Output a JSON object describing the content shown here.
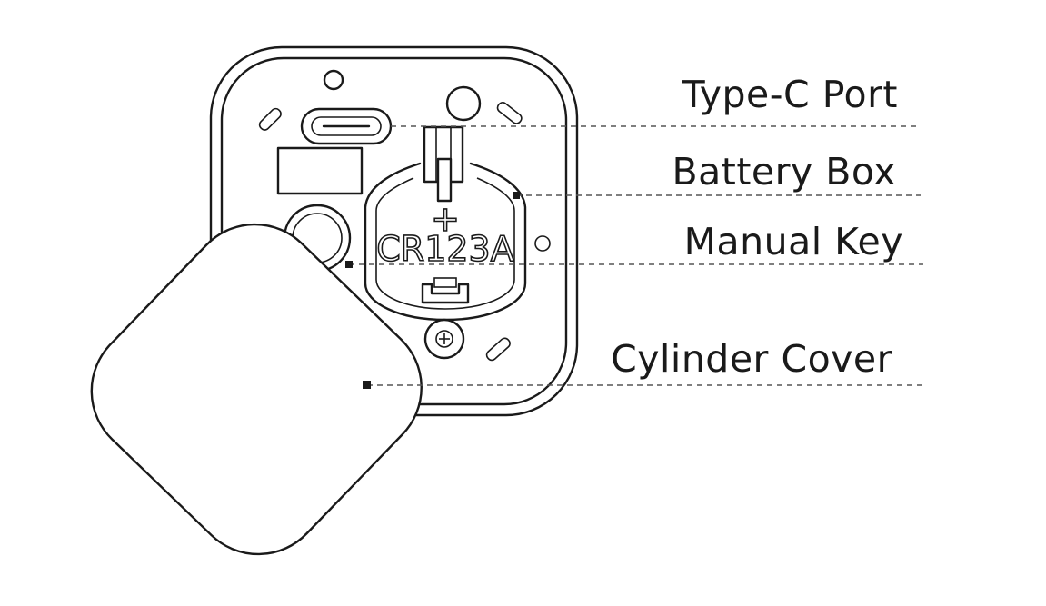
{
  "labels": {
    "type_c_port": "Type-C Port",
    "battery_box": "Battery Box",
    "manual_key": "Manual Key",
    "cylinder_cover": "Cylinder Cover"
  },
  "battery_engraving": {
    "polarity": "+",
    "model": "CR123A"
  },
  "colors": {
    "line": "#1a1a1a",
    "leader": "#555555",
    "background": "#ffffff"
  }
}
